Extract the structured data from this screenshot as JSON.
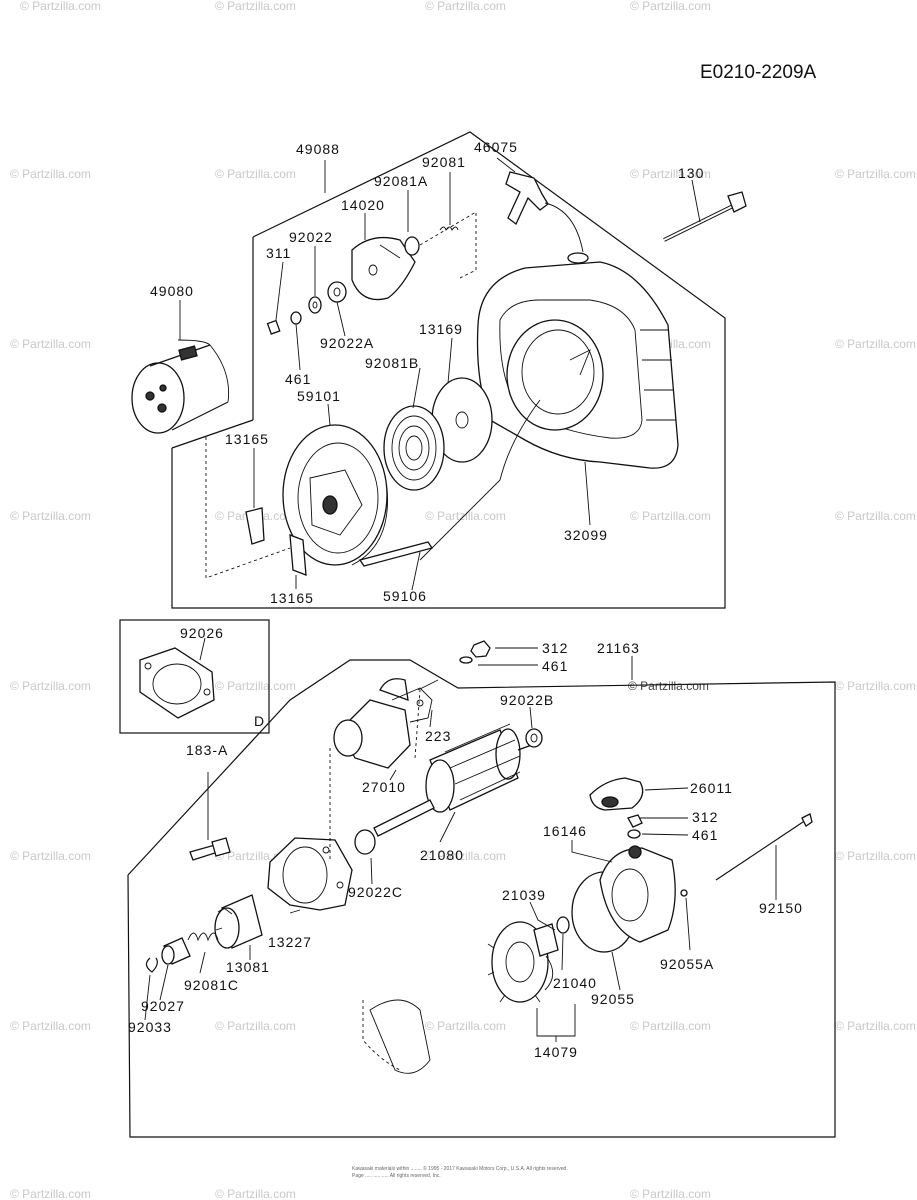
{
  "diagram_id": "E0210-2209A",
  "watermark": "© Partzilla.com",
  "footer": [
    "Kawasaki materials within ........ © 1995 - 2017 Kawasaki Motors Corp., U.S.A. All rights reserved.",
    "Page ..... ..... ..... All rights reserved, Inc."
  ],
  "labels": {
    "p49088": "49088",
    "p46075": "46075",
    "p92081": "92081",
    "p92081A": "92081A",
    "p14020": "14020",
    "p92022": "92022",
    "p311": "311",
    "p49080": "49080",
    "p130": "130",
    "p92022A": "92022A",
    "p13169": "13169",
    "p92081B": "92081B",
    "p461a": "461",
    "p59101": "59101",
    "p13165a": "13165",
    "p32099": "32099",
    "p13165b": "13165",
    "p59106": "59106",
    "p92026": "92026",
    "pD": "D",
    "p312a": "312",
    "p461b": "461",
    "p21163": "21163",
    "p92022B": "92022B",
    "p223": "223",
    "p183A": "183-A",
    "p27010": "27010",
    "p26011": "26011",
    "p312b": "312",
    "p461c": "461",
    "p16146": "16146",
    "p21080": "21080",
    "p92022C": "92022C",
    "p21039": "21039",
    "p92150": "92150",
    "p13227": "13227",
    "p13081": "13081",
    "p92081C": "92081C",
    "p92027": "92027",
    "p92033": "92033",
    "p21040": "21040",
    "p92055": "92055",
    "p92055A": "92055A",
    "p14079": "14079"
  }
}
